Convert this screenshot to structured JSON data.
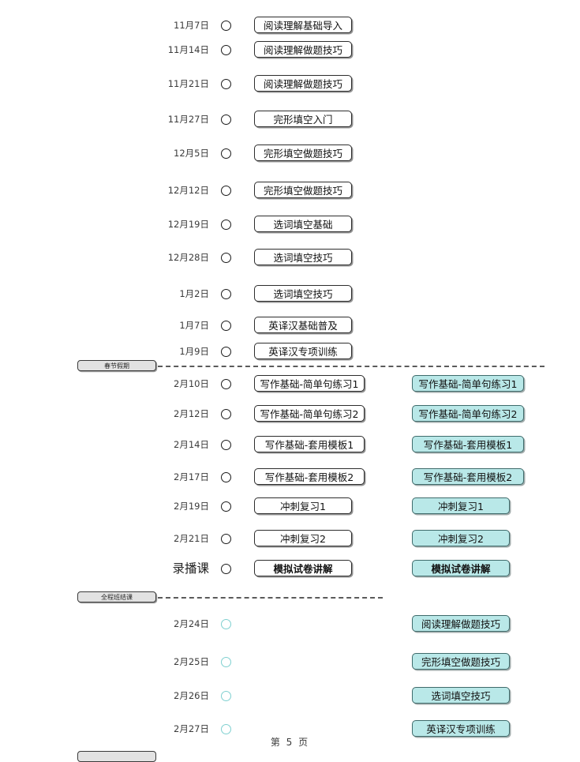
{
  "page": {
    "footer_label": "第 5 页",
    "accent_teal": "#b9e8e8",
    "accent_teal_border": "#3f6b6b",
    "marker_dark": "#1b1b1b",
    "marker_teal": "#7fd0d0",
    "divider_pill_bg": "#e2e2e2"
  },
  "rows": [
    {
      "date": "11月7日",
      "marker": "dark",
      "left": "阅读理解基础导入",
      "right": ""
    },
    {
      "date": "11月14日",
      "marker": "dark",
      "left": "阅读理解做题技巧",
      "right": ""
    },
    {
      "date": "11月21日",
      "marker": "dark",
      "left": "阅读理解做题技巧",
      "right": ""
    },
    {
      "date": "11月27日",
      "marker": "dark",
      "left": "完形填空入门",
      "right": ""
    },
    {
      "date": "12月5日",
      "marker": "dark",
      "left": "完形填空做题技巧",
      "right": ""
    },
    {
      "date": "12月12日",
      "marker": "dark",
      "left": "完形填空做题技巧",
      "right": ""
    },
    {
      "date": "12月19日",
      "marker": "dark",
      "left": "选词填空基础",
      "right": ""
    },
    {
      "date": "12月28日",
      "marker": "dark",
      "left": "选词填空技巧",
      "right": ""
    },
    {
      "date": "1月2日",
      "marker": "dark",
      "left": "选词填空技巧",
      "right": ""
    },
    {
      "date": "1月7日",
      "marker": "dark",
      "left": "英译汉基础普及",
      "right": ""
    },
    {
      "date": "1月9日",
      "marker": "dark",
      "left": "英译汉专项训练",
      "right": ""
    },
    {
      "date": "2月10日",
      "marker": "dark",
      "left": "写作基础-简单句练习1",
      "right": "写作基础-简单句练习1"
    },
    {
      "date": "2月12日",
      "marker": "dark",
      "left": "写作基础-简单句练习2",
      "right": "写作基础-简单句练习2"
    },
    {
      "date": "2月14日",
      "marker": "dark",
      "left": "写作基础-套用模板1",
      "right": "写作基础-套用模板1"
    },
    {
      "date": "2月17日",
      "marker": "dark",
      "left": "写作基础-套用模板2",
      "right": "写作基础-套用模板2"
    },
    {
      "date": "2月19日",
      "marker": "dark",
      "left": "冲刺复习1",
      "right": "冲刺复习1"
    },
    {
      "date": "2月21日",
      "marker": "dark",
      "left": "冲刺复习2",
      "right": "冲刺复习2"
    },
    {
      "date": "录播课",
      "marker": "dark",
      "left": "模拟试卷讲解",
      "right": "模拟试卷讲解",
      "bold": true,
      "date_big": true
    },
    {
      "date": "2月24日",
      "marker": "teal",
      "left": "",
      "right": "阅读理解做题技巧"
    },
    {
      "date": "2月25日",
      "marker": "teal",
      "left": "",
      "right": "完形填空做题技巧"
    },
    {
      "date": "2月26日",
      "marker": "teal",
      "left": "",
      "right": "选词填空技巧"
    },
    {
      "date": "2月27日",
      "marker": "teal",
      "left": "",
      "right": "英译汉专项训练"
    }
  ],
  "dividers": [
    {
      "label": "春节假期",
      "dash_width": 490
    },
    {
      "label": "全程班结课",
      "dash_width": 285
    }
  ]
}
